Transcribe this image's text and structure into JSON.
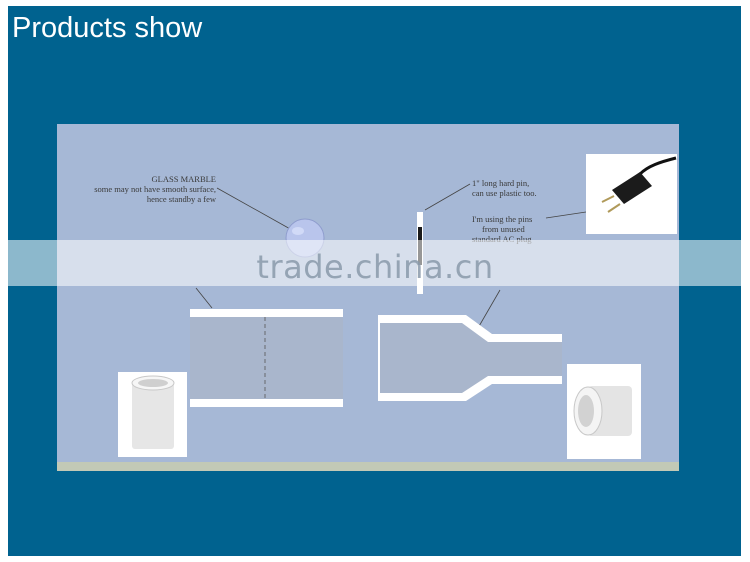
{
  "header": {
    "title": "Products show"
  },
  "annotations": {
    "marble": [
      "GLASS MARBLE",
      "some may not have smooth surface,",
      "hence standby a few"
    ],
    "pin": [
      "1\" long hard pin,",
      "can use plastic too."
    ],
    "plug": [
      "I'm using the pins",
      "from unused",
      "standard AC plug"
    ]
  },
  "watermark": "trade.china.cn",
  "icons": [
    "glass-marble-icon",
    "pin-icon",
    "ac-plug-photo",
    "straight-pipe-icon",
    "reducer-pipe-icon",
    "coupling-photo",
    "reducer-photo"
  ],
  "colors": {
    "frame": "#00628f",
    "diagram_bg": "#a6b8d6",
    "pipe": "#a9b6cc"
  }
}
